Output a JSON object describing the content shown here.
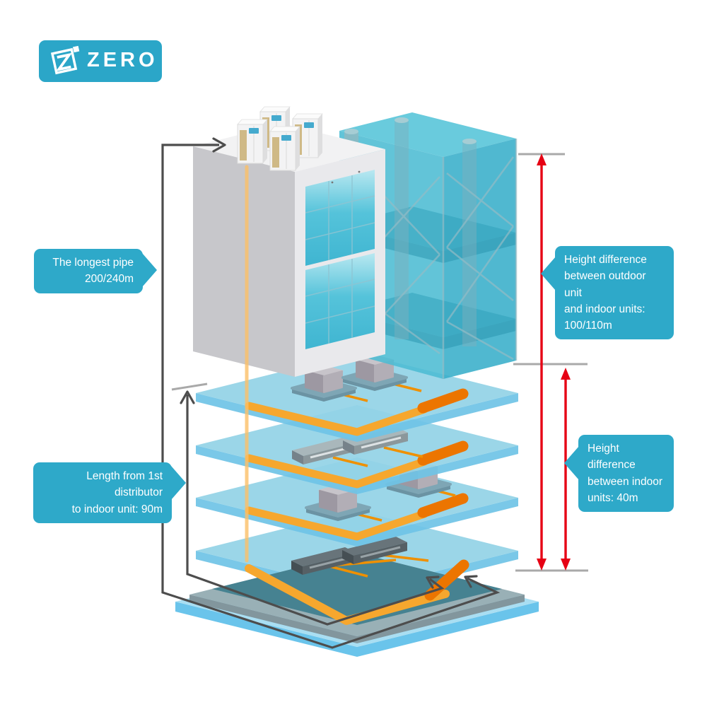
{
  "logo": {
    "text": "ZERO"
  },
  "callouts": {
    "longest_pipe": {
      "lines": [
        "The longest pipe",
        "200/240m"
      ]
    },
    "distributor": {
      "lines": [
        "Length from 1st distributor",
        "to indoor unit: 90m"
      ]
    },
    "outdoor_indoor": {
      "lines": [
        "Height difference",
        "between outdoor unit",
        "and indoor units:",
        "100/110m"
      ]
    },
    "indoor_units": {
      "lines": [
        "Height difference",
        "between indoor",
        "units: 40m"
      ]
    }
  },
  "colors": {
    "accent_teal": "#2ea9c9",
    "pipe_orange": "#f6a72e",
    "pipe_orange_dark": "#ec7500",
    "measure_red": "#e60014",
    "route_gray": "#4d4d4d",
    "tick_gray": "#a9a9a9",
    "glass_cyan": "#4cbcd3",
    "slab_blue": "#93d2e6"
  }
}
